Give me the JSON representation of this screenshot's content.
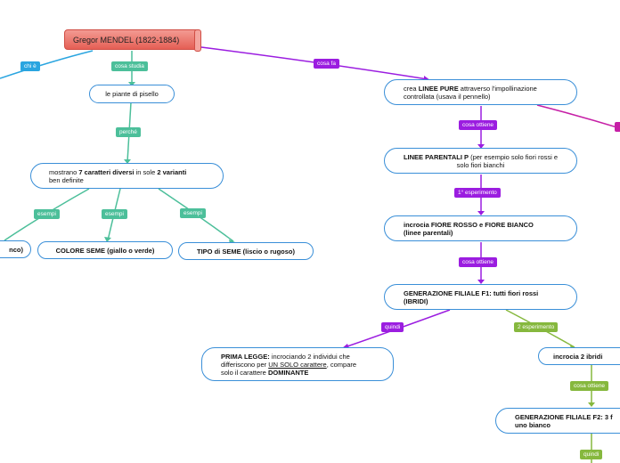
{
  "root": {
    "title": "Gregor MENDEL (1822-1884)"
  },
  "tags": {
    "chi_e": "chi è",
    "cosa_studia": "cosa studia",
    "cosa_fa": "cosa fa",
    "perche": "perché",
    "esempi_1": "esempi",
    "esempi_2": "esempi",
    "esempi_3": "esempi",
    "cosa_ottiene_1": "cosa ottiene",
    "primo_esperimento": "1° esperimento",
    "cosa_ottiene_2": "cosa ottiene",
    "quindi_1": "quindi",
    "secondo_esperimento": "2 esperimento",
    "cosa_ottiene_3": "cosa ottiene",
    "quindi_2": "quindi"
  },
  "nodes": {
    "piante": {
      "text": "le piante di pisello"
    },
    "caratteri": {
      "p1": "mostrano ",
      "b1": "7 caratteri diversi",
      "p2": " in sole ",
      "b2": "2 varianti",
      "p3": " ben definite"
    },
    "colore_fiore": {
      "text": "nco)"
    },
    "colore_seme": {
      "text": "COLORE SEME (giallo o verde)"
    },
    "tipo_seme": {
      "text": "TIPO di SEME (liscio o rugoso)"
    },
    "linee_pure": {
      "p1": "crea ",
      "b1": "LINEE PURE",
      "p2": " attraverso l'impollinazione controllata (usava il pennello)"
    },
    "linee_parentali": {
      "b1": "LINEE PARENTALI P",
      "p1": " (per esempio solo fiori rossi e solo fiori bianchi"
    },
    "incrocia_1": {
      "text": "incrocia FIORE ROSSO e FIORE BIANCO (linee parentali)"
    },
    "f1": {
      "text": "GENERAZIONE FILIALE F1: tutti fiori rossi (IBRIDI)"
    },
    "prima_legge": {
      "b1": "PRIMA LEGGE:",
      "p1": " incrociando 2 individui che differiscono per ",
      "u1": "UN SOLO carattere",
      "p2": ", compare solo il carattere ",
      "b2": "DOMINANTE"
    },
    "incrocia_2": {
      "text": "incrocia 2 ibridi"
    },
    "f2": {
      "text": "GENERAZIONE FILIALE F2: 3 f uno bianco"
    }
  },
  "colors": {
    "blue": "#2aa5e0",
    "teal": "#4cbf9a",
    "purple": "#9b1de0",
    "green": "#86b83e",
    "magenta": "#c61fa6",
    "node_border": "#3a8fd8",
    "root_fill": "#e55f55"
  }
}
